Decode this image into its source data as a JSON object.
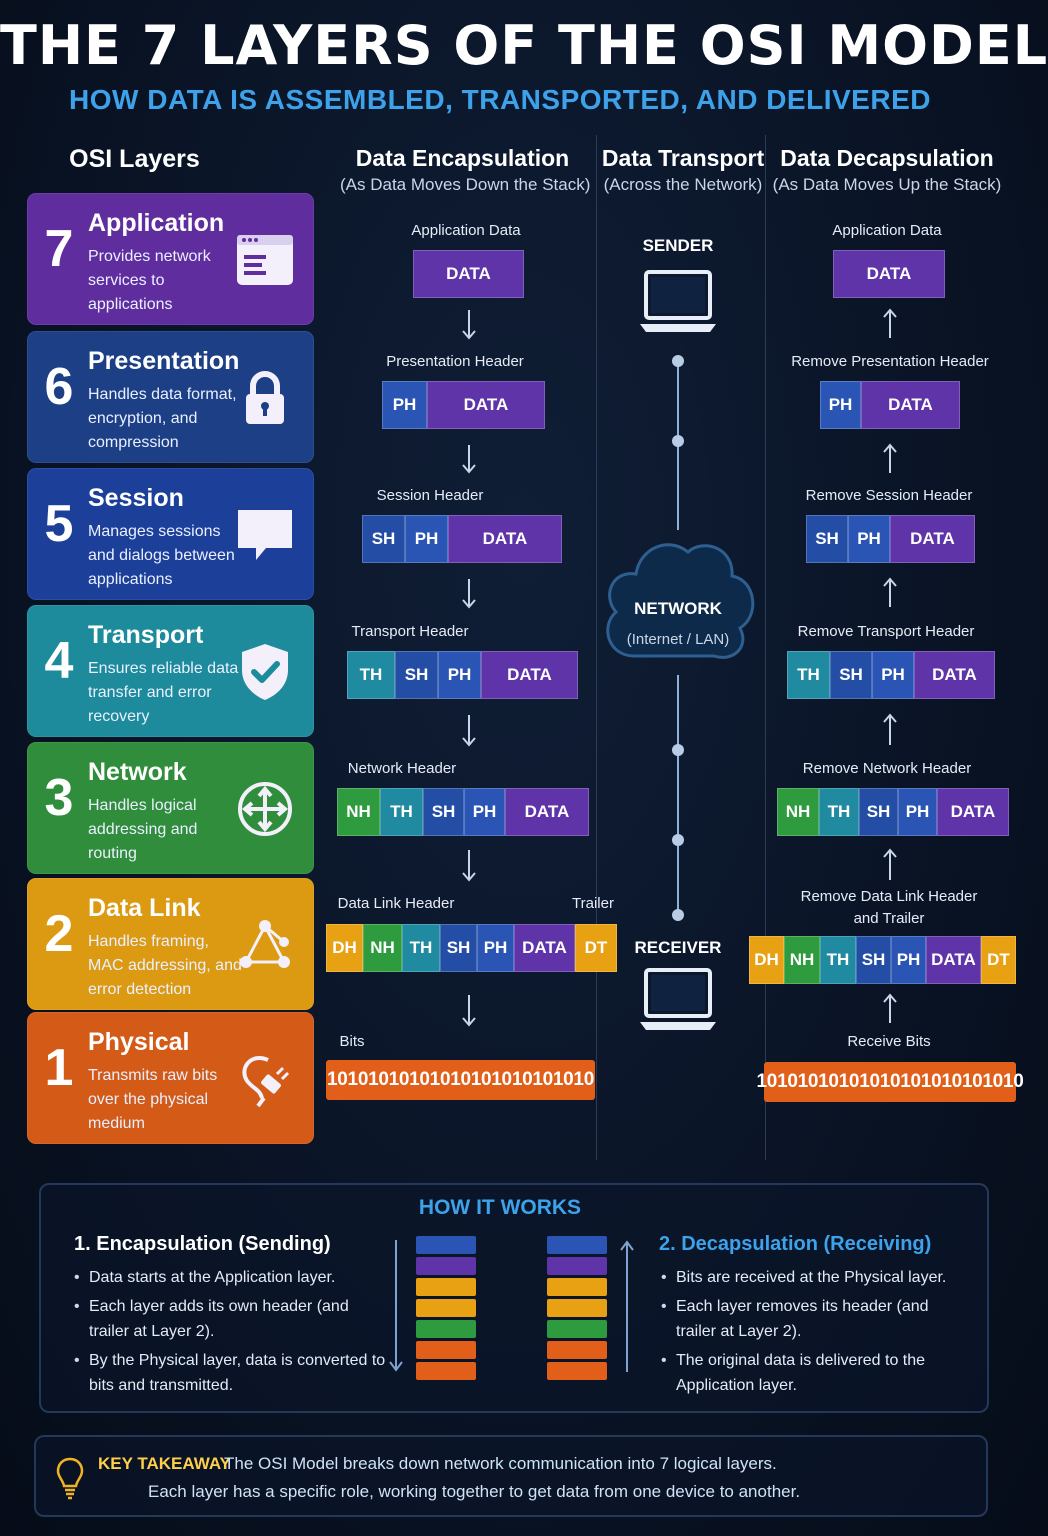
{
  "header": {
    "title": "THE 7 LAYERS OF THE OSI MODEL",
    "subtitle": "HOW DATA IS ASSEMBLED, TRANSPORTED, AND DELIVERED"
  },
  "columns": {
    "layers": "OSI Layers",
    "encap_title": "Data Encapsulation",
    "encap_sub": "(As Data Moves Down the Stack)",
    "transport_title": "Data Transport",
    "transport_sub": "(Across the Network)",
    "decap_title": "Data Decapsulation",
    "decap_sub": "(As Data Moves Up the Stack)"
  },
  "layers": [
    {
      "num": "7",
      "name": "Application",
      "desc": "Provides network services to applications",
      "color": "#5f2d9e",
      "icon": "app-window-icon"
    },
    {
      "num": "6",
      "name": "Presentation",
      "desc": "Handles data format, encryption, and compression",
      "color": "#1d3f86",
      "icon": "padlock-icon"
    },
    {
      "num": "5",
      "name": "Session",
      "desc": "Manages sessions and dialogs between applications",
      "color": "#1c3f9a",
      "icon": "chat-bubble-icon"
    },
    {
      "num": "4",
      "name": "Transport",
      "desc": "Ensures reliable data transfer and error recovery",
      "color": "#1d8b9c",
      "icon": "shield-check-icon"
    },
    {
      "num": "3",
      "name": "Network",
      "desc": "Handles logical addressing and routing",
      "color": "#2f8d3c",
      "icon": "router-icon"
    },
    {
      "num": "2",
      "name": "Data Link",
      "desc": "Handles framing, MAC addressing, and error detection",
      "color": "#dc9a12",
      "icon": "nodes-triangle-icon"
    },
    {
      "num": "1",
      "name": "Physical",
      "desc": "Transmits raw bits over the physical medium",
      "color": "#d35a17",
      "icon": "cable-plug-icon"
    }
  ],
  "segment_labels": {
    "DATA": "DATA",
    "PH": "PH",
    "SH": "SH",
    "TH": "TH",
    "NH": "NH",
    "DH": "DH",
    "DT": "DT"
  },
  "encapsulation": {
    "labels": [
      "Application Data",
      "Presentation Header",
      "Session Header",
      "Transport Header",
      "Network Header",
      "Data Link Header",
      "Bits"
    ],
    "trailer_label": "Trailer",
    "bits": "10101010101010101010101010"
  },
  "decapsulation": {
    "labels": [
      "Application Data",
      "Remove Presentation Header",
      "Remove Session Header",
      "Remove Transport Header",
      "Remove Network Header",
      "Remove Data Link Header",
      "Receive Bits"
    ],
    "label_line2": "and Trailer",
    "bits": "10101010101010101010101010"
  },
  "transport": {
    "sender": "SENDER",
    "receiver": "RECEIVER",
    "network": "NETWORK",
    "network_sub": "(Internet / LAN)"
  },
  "how_it_works": {
    "title": "HOW IT WORKS",
    "encap_head": "1. Encapsulation (Sending)",
    "encap_points": [
      "Data starts at the Application layer.",
      "Each layer adds its own header (and trailer at Layer 2).",
      "By the Physical layer, data is converted to bits and transmitted."
    ],
    "decap_head": "2. Decapsulation (Receiving)",
    "decap_points": [
      "Bits are received at the Physical layer.",
      "Each layer removes its header (and trailer at Layer 2).",
      "The original data is delivered to the Application layer."
    ],
    "stack_colors": [
      "#2b55b4",
      "#5e34a8",
      "#e9a114",
      "#e9a114",
      "#2f9b3f",
      "#e25f1a",
      "#e25f1a"
    ]
  },
  "takeaway": {
    "label": "KEY TAKEAWAY",
    "line1": "The OSI Model breaks down network communication into 7 logical layers.",
    "line2": "Each layer has a specific role, working together to get data from one device to another."
  },
  "colors": {
    "accent": "#3ea2ea",
    "background": "#0a1426",
    "connector": "#8fb0d8"
  }
}
